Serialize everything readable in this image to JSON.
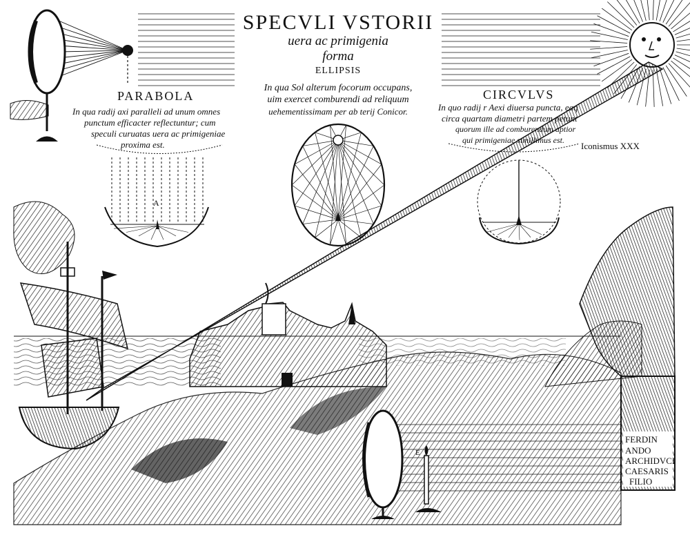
{
  "title": {
    "line1": "SPECVLI VSTORII",
    "line2": "uera ac primigenia",
    "line3": "forma",
    "line4": "ELLIPSIS"
  },
  "ellipsis_caption": {
    "line1": "In qua Sol alterum focorum occupans,",
    "line2": "uim exercet comburendi ad reliquum",
    "line3": "uehementissimam per ab terij Conicor."
  },
  "parabola": {
    "heading": "PARABOLA",
    "line1": "In qua radij axi paralleli ad unum omnes",
    "line2": "punctum efficacter reflectuntur; cum",
    "line3": "speculi curuatas uera ac primigeniae",
    "line4": "proxima est."
  },
  "circulus": {
    "heading": "CIRCVLVS",
    "line1": "In quo radij r Aexi diuersa puncta, eaq",
    "line2": "circa quartam diametri partem petunt",
    "line3": "quorum ille ad comburendum aptior",
    "line4": "qui primigeniae simillimus est."
  },
  "plate_label": "Iconismus XXX",
  "figure_letters": {
    "parabola": "A",
    "candle": "E"
  },
  "dedication": {
    "line1": "FERDIN",
    "line2": "ANDO",
    "line3": "ARCHIDVCI",
    "line4": "CAESARIS",
    "line5": "FILIO"
  },
  "colors": {
    "ink": "#111111",
    "paper": "#ffffff"
  }
}
